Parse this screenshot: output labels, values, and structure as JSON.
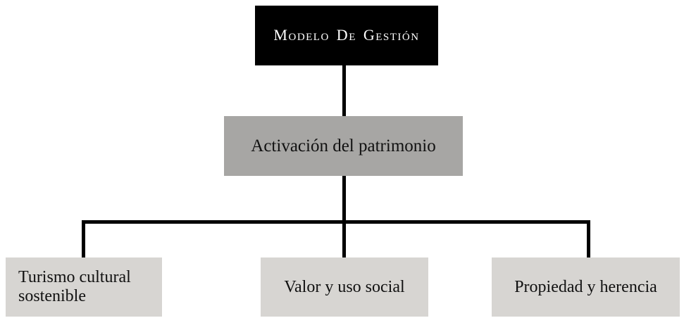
{
  "diagram": {
    "type": "hierarchy-flowchart",
    "root": {
      "label": "Modelo De Gestión"
    },
    "level1": {
      "label": "Activación del patrimonio"
    },
    "children": [
      {
        "label": "Turismo cultural sostenible"
      },
      {
        "label": "Valor y uso social"
      },
      {
        "label": "Propiedad y herencia"
      }
    ],
    "colors": {
      "root_bg": "#000000",
      "root_text": "#ffffff",
      "level1_bg": "#a7a6a4",
      "child_bg": "#d7d5d2",
      "node_text": "#111111",
      "connector": "#000000",
      "background": "#ffffff"
    }
  }
}
